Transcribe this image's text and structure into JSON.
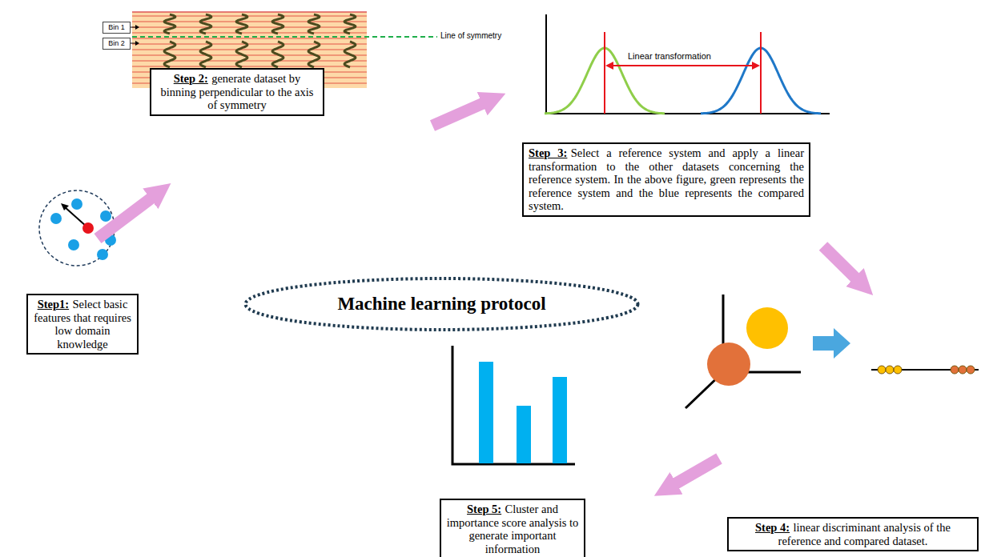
{
  "diagram": {
    "nodes": [
      {
        "text": [
          "Step1:",
          "Select basic features that requires low domain knowledge"
        ]
      },
      {
        "text": [
          "Bin 1"
        ]
      },
      {
        "text": [
          "Bin 2"
        ]
      },
      {
        "text": [
          "Step 2:",
          "generate dataset by binning perpendicular to the axis of symmetry"
        ]
      },
      {
        "text": [
          "Step 3:",
          "Select a reference system and apply a linear transformation to the other datasets concerning the reference system. In the above figure, green represents the reference system and the blue represents the compared system."
        ]
      },
      {
        "text": [
          "Machine learning protocol"
        ]
      },
      {
        "text": [
          "Step 4:",
          "linear discriminant analysis of the reference and compared dataset."
        ]
      },
      {
        "text": [
          "Step 5:",
          "Cluster and importance score analysis to generate important information"
        ]
      }
    ],
    "edges": [
      {
        "from": 0,
        "to": 3,
        "arrow": "to"
      },
      {
        "from": 3,
        "to": 4,
        "arrow": "to"
      },
      {
        "from": 4,
        "to": 6,
        "arrow": "to"
      },
      {
        "from": 6,
        "to": 7,
        "arrow": "to"
      }
    ],
    "labels": [
      "Line of symmetry",
      "Linear transformation"
    ]
  }
}
